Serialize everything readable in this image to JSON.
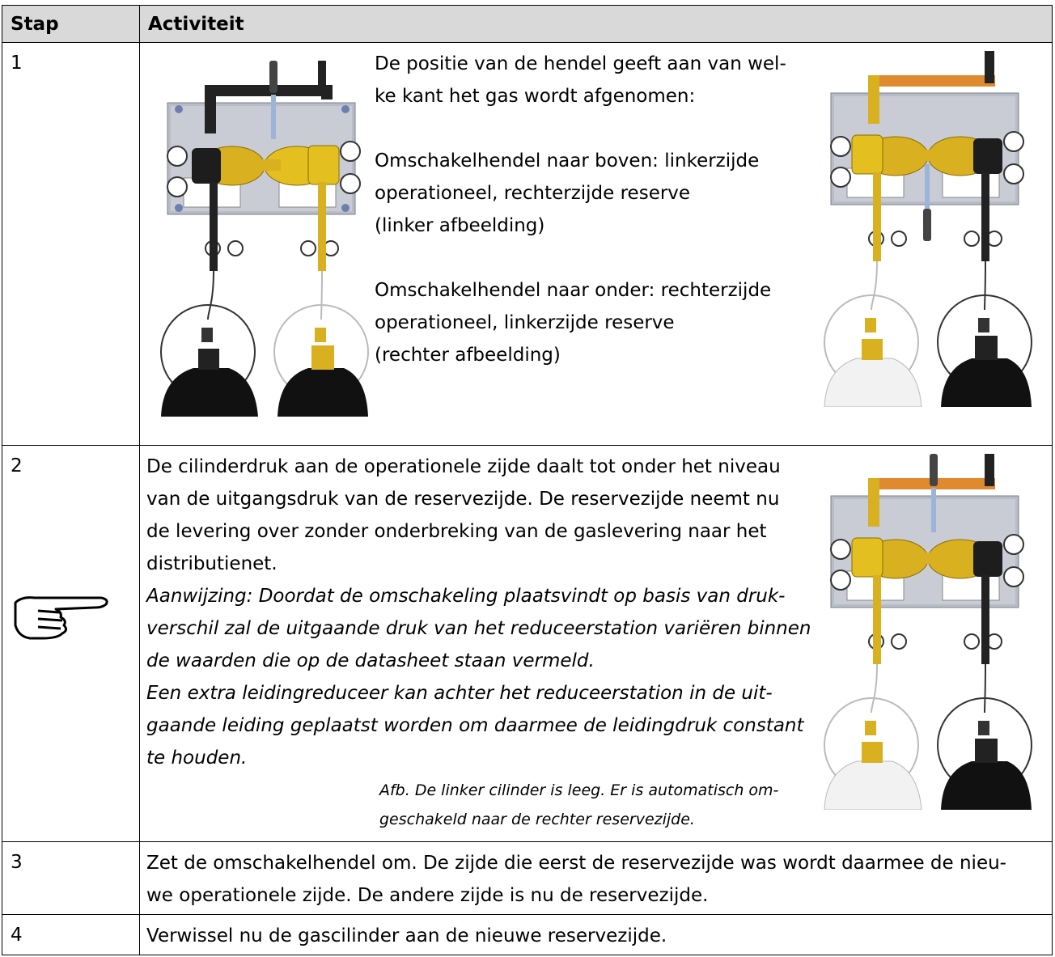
{
  "table": {
    "header": {
      "step": "Stap",
      "activity": "Activiteit"
    },
    "rows": [
      {
        "step": "1",
        "lines": [
          "De positie van de hendel geeft aan van wel-",
          "ke kant het gas wordt afgenomen:",
          "Omschakelhendel naar boven: linkerzijde",
          "operationeel, rechterzijde reserve",
          "(linker afbeelding)",
          "Omschakelhendel naar onder: rechterzijde",
          "operationeel, linkerzijde reserve",
          "(rechter afbeelding)"
        ]
      },
      {
        "step": "2",
        "lines": [
          "De cilinderdruk aan de operationele zijde daalt tot onder het niveau",
          "van de uitgangsdruk van de reservezijde. De reservezijde neemt nu",
          "de levering over zonder onderbreking van de gaslevering naar het",
          "distributienet."
        ],
        "note_lines": [
          "Aanwijzing: Doordat de omschakeling plaatsvindt op basis van druk-",
          "verschil zal de uitgaande druk van het reduceerstation variëren binnen",
          "de waarden die op de datasheet staan vermeld.",
          "Een extra  leidingreduceer kan achter het reduceerstation in de uit-",
          "gaande leiding geplaatst worden om daarmee de leidingdruk constant",
          "te houden."
        ],
        "caption_lines": [
          "Afb. De linker cilinder is leeg. Er is automatisch om-",
          "geschakeld naar de rechter reservezijde."
        ]
      },
      {
        "step": "3",
        "lines": [
          "Zet de omschakelhendel om. De zijde die eerst de reservezijde was wordt daarmee de nieu-",
          "we operationele zijde. De andere zijde is nu de reservezijde."
        ]
      },
      {
        "step": "4",
        "lines": [
          "Verwissel nu de gascilinder aan de nieuwe reservezijde."
        ]
      }
    ]
  },
  "icons": {
    "hint": "pointing-hand-icon",
    "station": "gas-changeover-station-icon"
  }
}
